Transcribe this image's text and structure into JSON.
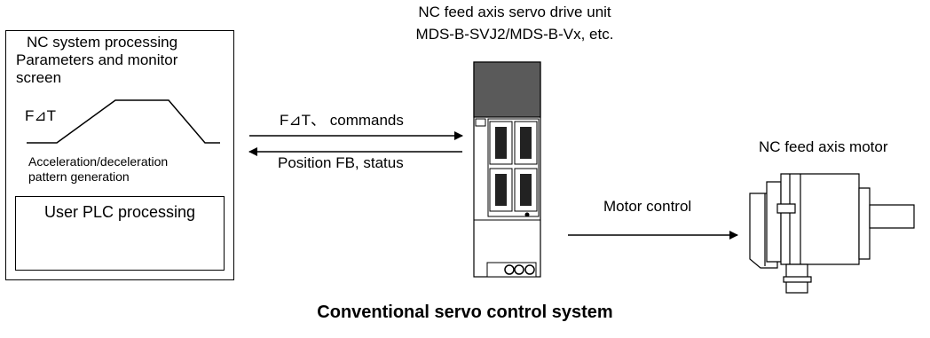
{
  "nc_box": {
    "line1": "NC system processing",
    "line2": "Parameters and monitor",
    "line3": "screen",
    "profile_label": "F⊿T",
    "accel_line1": "Acceleration/deceleration",
    "accel_line2": "pattern generation"
  },
  "plc_box": {
    "label": "User PLC processing"
  },
  "link": {
    "command_label": "F⊿T、 commands",
    "feedback_label": "Position FB, status"
  },
  "drive": {
    "title_line1": "NC feed axis servo drive unit",
    "title_line2": "MDS-B-SVJ2/MDS-B-Vx, etc."
  },
  "motor": {
    "label": "NC feed axis motor",
    "control_label": "Motor control"
  },
  "caption": "Conventional servo control system"
}
